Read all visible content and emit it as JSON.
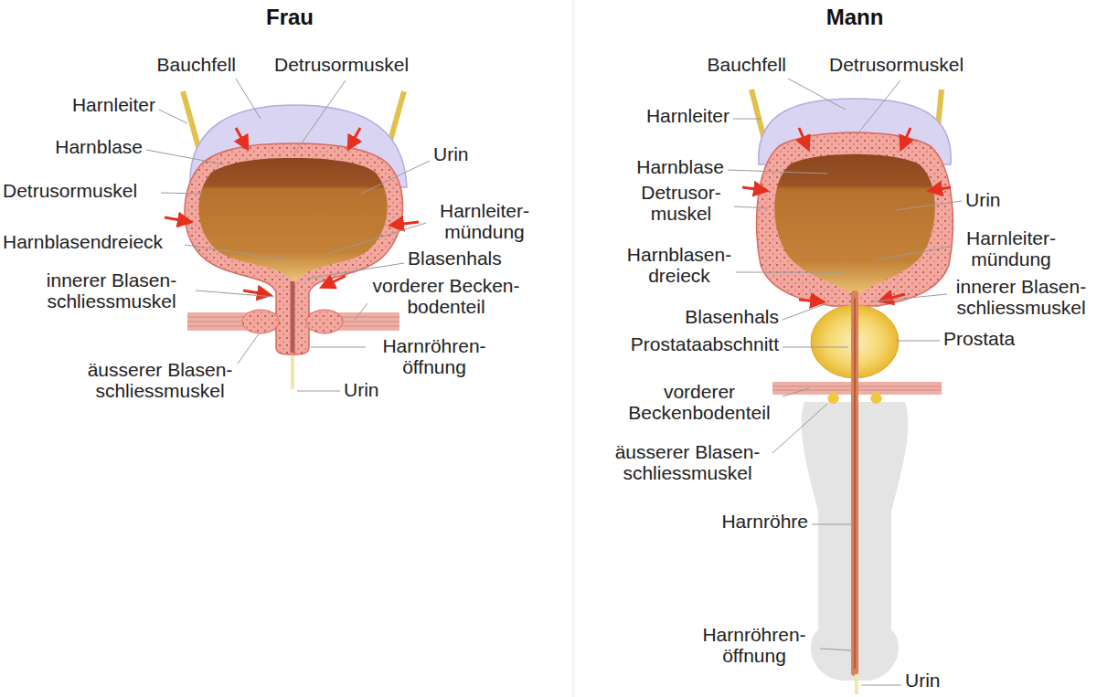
{
  "diagram": {
    "labels": [
      "Frau",
      "Bauchfell",
      "Detrusormuskel",
      "Harnleiter",
      "Harnblase",
      "Urin",
      "Detrusormuskel",
      "Harnleiter- mündung",
      "Harnblasendreieck",
      "Blasenhals",
      "innerer Blasen- schliessmuskel",
      "vorderer Becken- bodenteil",
      "äusserer Blasen- schliessmuskel",
      "Harnröhren- öffnung",
      "Urin",
      "Mann",
      "Bauchfell",
      "Detrusormuskel",
      "Harnleiter",
      "Harnblase",
      "Urin",
      "Detrusor- muskel",
      "Harnleiter- mündung",
      "Harnblasen- dreieck",
      "innerer Blasen- schliessmuskel",
      "Blasenhals",
      "Prostataabschnitt",
      "Prostata",
      "vorderer Beckenbodenteil",
      "äusserer Blasen- schliessmuskel",
      "Harnröhre",
      "Harnröhren- öffnung",
      "Urin"
    ]
  }
}
